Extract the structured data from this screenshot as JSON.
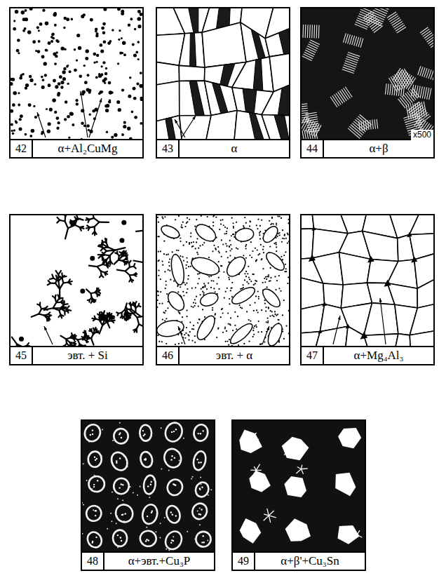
{
  "diagram": {
    "nodes": [
      {
        "text": [
          "42",
          "α+Al₂CuMg"
        ]
      },
      {
        "text": [
          "43",
          "α"
        ]
      },
      {
        "text": [
          "44",
          "α+β"
        ]
      },
      {
        "text": [
          "45",
          "эвт. + Si"
        ]
      },
      {
        "text": [
          "46",
          "эвт. + α"
        ]
      },
      {
        "text": [
          "47",
          "α+Mg₄Al₃"
        ]
      },
      {
        "text": [
          "48",
          "α+эвт.+Cu₃P"
        ]
      },
      {
        "text": [
          "49",
          "α+β'+Cu₃Sn"
        ]
      }
    ],
    "labels": [
      "x500"
    ]
  }
}
